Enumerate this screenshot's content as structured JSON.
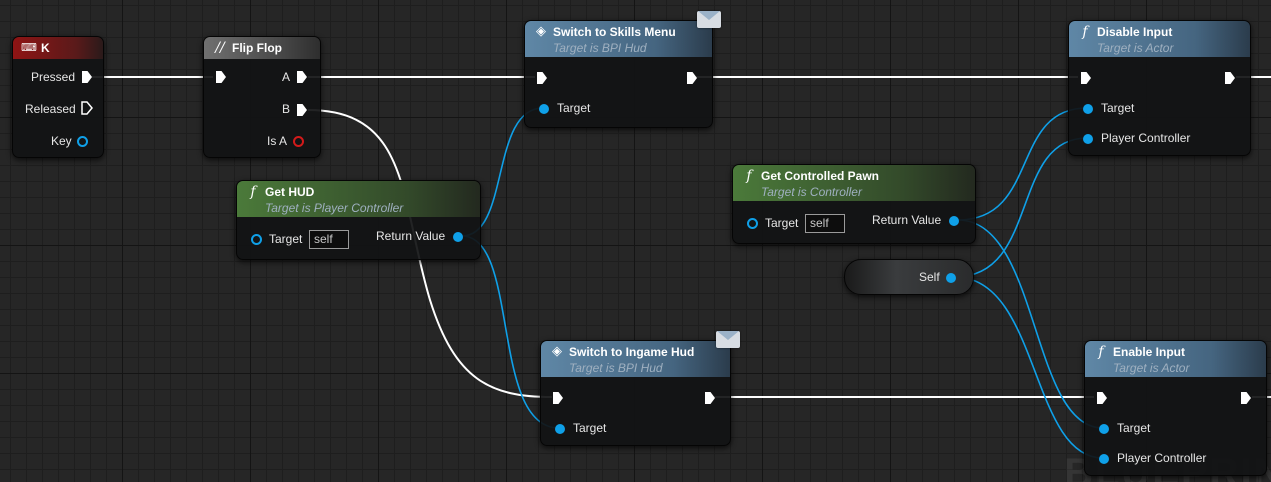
{
  "watermark": "BLUEPRINT",
  "colors": {
    "exec": "#ffffff",
    "data_pin": "#0fa0e8",
    "boolean_pin": "#d31a1a",
    "event_header": "#8a1a1a",
    "function_header": "#3e5a2e",
    "target_function_header": "#36506a",
    "message_header": "#4f6e86",
    "flipflop_header": "#6a6a6a"
  },
  "nodes": {
    "key_event": {
      "title": "K",
      "icon": "keyboard-icon",
      "pins": {
        "pressed": "Pressed",
        "released": "Released",
        "key": "Key"
      }
    },
    "flip_flop": {
      "title": "Flip Flop",
      "icon": "flipflop-icon",
      "pins": {
        "a": "A",
        "b": "B",
        "is_a": "Is A"
      }
    },
    "get_hud": {
      "title": "Get HUD",
      "subtitle": "Target is Player Controller",
      "icon": "function-icon",
      "pins": {
        "target": "Target",
        "target_default": "self",
        "return_value": "Return Value"
      }
    },
    "switch_skills": {
      "title": "Switch to Skills Menu",
      "subtitle": "Target is BPI Hud",
      "icon": "message-icon",
      "pins": {
        "target": "Target"
      }
    },
    "switch_ingame": {
      "title": "Switch to Ingame Hud",
      "subtitle": "Target is BPI Hud",
      "icon": "message-icon",
      "pins": {
        "target": "Target"
      }
    },
    "get_pawn": {
      "title": "Get Controlled Pawn",
      "subtitle": "Target is Controller",
      "icon": "function-icon",
      "pins": {
        "target": "Target",
        "target_default": "self",
        "return_value": "Return Value"
      }
    },
    "self_node": {
      "label": "Self"
    },
    "disable_input": {
      "title": "Disable Input",
      "subtitle": "Target is Actor",
      "icon": "function-icon",
      "pins": {
        "target": "Target",
        "player_controller": "Player Controller"
      }
    },
    "enable_input": {
      "title": "Enable Input",
      "subtitle": "Target is Actor",
      "icon": "function-icon",
      "pins": {
        "target": "Target",
        "player_controller": "Player Controller"
      }
    }
  }
}
